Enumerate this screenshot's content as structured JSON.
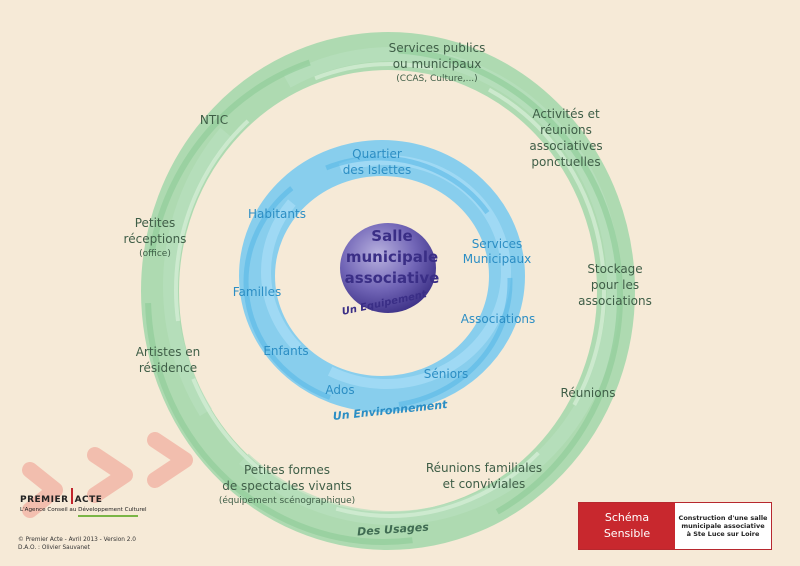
{
  "center": {
    "title_lines": [
      "Salle",
      "municipale",
      "associative"
    ],
    "caption": "Un Equipement"
  },
  "inner_ring": {
    "caption": "Un Environnement",
    "labels": {
      "quartier": [
        "Quartier",
        "des Islettes"
      ],
      "habitants": "Habitants",
      "services_municipaux": [
        "Services",
        "Municipaux"
      ],
      "familles": "Familles",
      "associations": "Associations",
      "enfants": "Enfants",
      "seniors": "Séniors",
      "ados": "Ados"
    }
  },
  "outer_ring": {
    "caption": "Des Usages",
    "labels": {
      "services_publics": [
        "Services publics",
        "ou municipaux",
        "(CCAS, Culture,...)"
      ],
      "ntic": "NTIC",
      "activites": [
        "Activités et",
        "réunions",
        "associatives",
        "ponctuelles"
      ],
      "petites_receptions": [
        "Petites",
        "réceptions",
        "(office)"
      ],
      "stockage": [
        "Stockage",
        "pour les",
        "associations"
      ],
      "artistes": [
        "Artistes en",
        "résidence"
      ],
      "reunions": "Réunions",
      "petites_formes": [
        "Petites formes",
        "de spectacles vivants",
        "(équipement scénographique)"
      ],
      "reunions_familiales": [
        "Réunions familiales",
        "et conviviales"
      ]
    }
  },
  "logo": {
    "brand_left": "PREMIER",
    "brand_right": "ACTE",
    "tagline": "L'Agence Conseil au Développement Culturel"
  },
  "credits": [
    "© Premier Acte - Avril 2013 - Version 2.0",
    "D.A.O. : Olivier Sauvanet"
  ],
  "title_box": {
    "red_lines": [
      "Schéma",
      "Sensible"
    ],
    "description_lines": [
      "Construction d'une salle",
      "municipale associative",
      "à Ste Luce sur Loire"
    ]
  },
  "colors": {
    "background": "#f6ead7",
    "outer_ring": "#9fd4a6",
    "inner_ring": "#73c6ee",
    "center_sphere": "#5d50a6",
    "accent_red": "#c8282e",
    "arrows": "#f2b7a8"
  }
}
